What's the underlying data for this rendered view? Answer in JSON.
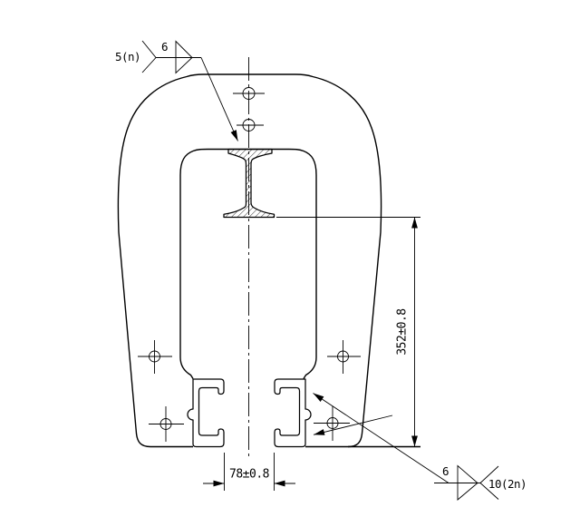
{
  "drawing": {
    "title": "rail-clamp-section-drawing",
    "colors": {
      "background": "#ffffff",
      "line": "#000000"
    },
    "dimensions": {
      "height": "352±0.8",
      "width": "78±0.8"
    },
    "weld_top": {
      "note": "5(n)",
      "size": "6"
    },
    "weld_bottom": {
      "size": "6",
      "note": "10(2n)"
    }
  }
}
